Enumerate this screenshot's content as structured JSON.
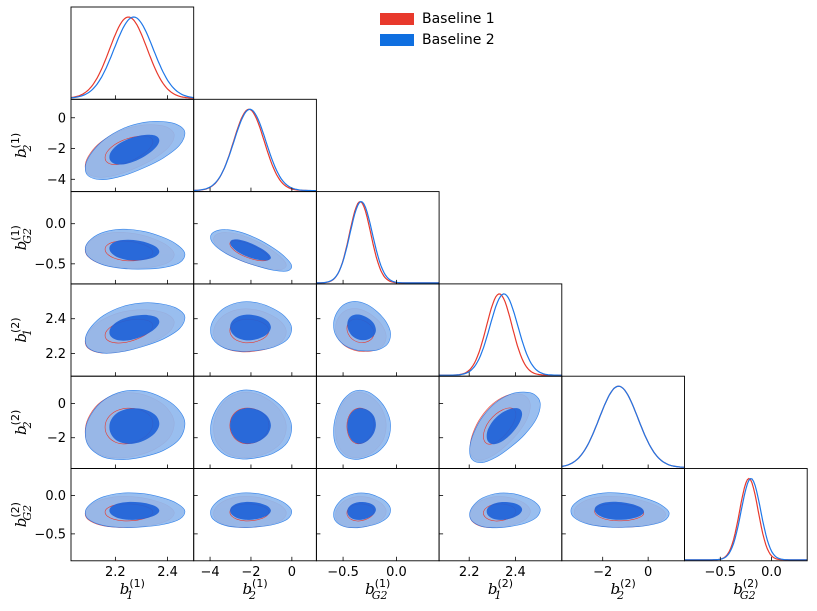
{
  "chart_data": {
    "type": "corner-triangle",
    "legend": {
      "placement": "top",
      "entries": [
        {
          "name": "Baseline 1",
          "color": "#e8392c"
        },
        {
          "name": "Baseline 2",
          "color": "#0f6fe0"
        }
      ]
    },
    "parameters": [
      {
        "id": "b1_1",
        "symbol": "b",
        "sub": "1",
        "sup": "(1)",
        "range": [
          2.03,
          2.5
        ],
        "ticks": [
          2.2,
          2.4
        ],
        "tick_labels": [
          "2.2",
          "2.4"
        ],
        "mean": {
          "Baseline 1": 2.25,
          "Baseline 2": 2.27
        },
        "sd": {
          "Baseline 1": 0.072,
          "Baseline 2": 0.075
        }
      },
      {
        "id": "b2_1",
        "symbol": "b",
        "sub": "2",
        "sup": "(1)",
        "range": [
          -4.8,
          1.2
        ],
        "ticks": [
          -4,
          -2,
          0
        ],
        "tick_labels": [
          "−4",
          "−2",
          "0"
        ],
        "mean": {
          "Baseline 1": -2.1,
          "Baseline 2": -2.05
        },
        "sd": {
          "Baseline 1": 0.75,
          "Baseline 2": 0.78
        }
      },
      {
        "id": "bG2_1",
        "symbol": "b",
        "sub": "G2",
        "sup": "(1)",
        "range": [
          -0.75,
          0.4
        ],
        "ticks": [
          -0.5,
          0.0
        ],
        "tick_labels": [
          "−0.5",
          "0.0"
        ],
        "mean": {
          "Baseline 1": -0.34,
          "Baseline 2": -0.33
        },
        "sd": {
          "Baseline 1": 0.1,
          "Baseline 2": 0.105
        }
      },
      {
        "id": "b1_2",
        "symbol": "b",
        "sub": "1",
        "sup": "(2)",
        "range": [
          2.07,
          2.6
        ],
        "ticks": [
          2.2,
          2.4
        ],
        "tick_labels": [
          "2.2",
          "2.4"
        ],
        "mean": {
          "Baseline 1": 2.33,
          "Baseline 2": 2.35
        },
        "sd": {
          "Baseline 1": 0.055,
          "Baseline 2": 0.06
        }
      },
      {
        "id": "b2_2",
        "symbol": "b",
        "sub": "2",
        "sup": "(2)",
        "range": [
          -3.8,
          1.6
        ],
        "ticks": [
          -2,
          0
        ],
        "tick_labels": [
          "−2",
          "0"
        ],
        "mean": {
          "Baseline 1": -1.3,
          "Baseline 2": -1.3
        },
        "sd": {
          "Baseline 1": 0.85,
          "Baseline 2": 0.85
        }
      },
      {
        "id": "bG2_2",
        "symbol": "b",
        "sub": "G2",
        "sup": "(2)",
        "range": [
          -0.85,
          0.35
        ],
        "ticks": [
          -0.5,
          0.0
        ],
        "tick_labels": [
          "−0.5",
          "0.0"
        ],
        "mean": {
          "Baseline 1": -0.22,
          "Baseline 2": -0.2
        },
        "sd": {
          "Baseline 1": 0.09,
          "Baseline 2": 0.095
        }
      }
    ],
    "pairs": [
      {
        "x": "b1_1",
        "y": "b2_1",
        "corr": 0.55
      },
      {
        "x": "b1_1",
        "y": "bG2_1",
        "corr": -0.15
      },
      {
        "x": "b2_1",
        "y": "bG2_1",
        "corr": -0.7
      },
      {
        "x": "b1_1",
        "y": "b1_2",
        "corr": 0.4
      },
      {
        "x": "b2_1",
        "y": "b1_2",
        "corr": 0.0
      },
      {
        "x": "bG2_1",
        "y": "b1_2",
        "corr": -0.2
      },
      {
        "x": "b1_1",
        "y": "b2_2",
        "corr": 0.1
      },
      {
        "x": "b2_1",
        "y": "b2_2",
        "corr": 0.0
      },
      {
        "x": "bG2_1",
        "y": "b2_2",
        "corr": 0.05
      },
      {
        "x": "b1_2",
        "y": "b2_2",
        "corr": 0.6
      },
      {
        "x": "b1_1",
        "y": "bG2_2",
        "corr": 0.0
      },
      {
        "x": "b2_1",
        "y": "bG2_2",
        "corr": 0.0
      },
      {
        "x": "bG2_1",
        "y": "bG2_2",
        "corr": 0.1
      },
      {
        "x": "b1_2",
        "y": "bG2_2",
        "corr": 0.1
      },
      {
        "x": "b2_2",
        "y": "bG2_2",
        "corr": -0.1
      }
    ],
    "contour_levels": [
      "68%",
      "95%"
    ],
    "colors": {
      "baseline1_line": "#e8392c",
      "baseline2_line": "#1f77e8",
      "baseline1_fill_outer": "#f3a49c",
      "baseline2_fill_outer": "#8fb8ee",
      "baseline2_fill_inner": "#1f62d8"
    }
  }
}
